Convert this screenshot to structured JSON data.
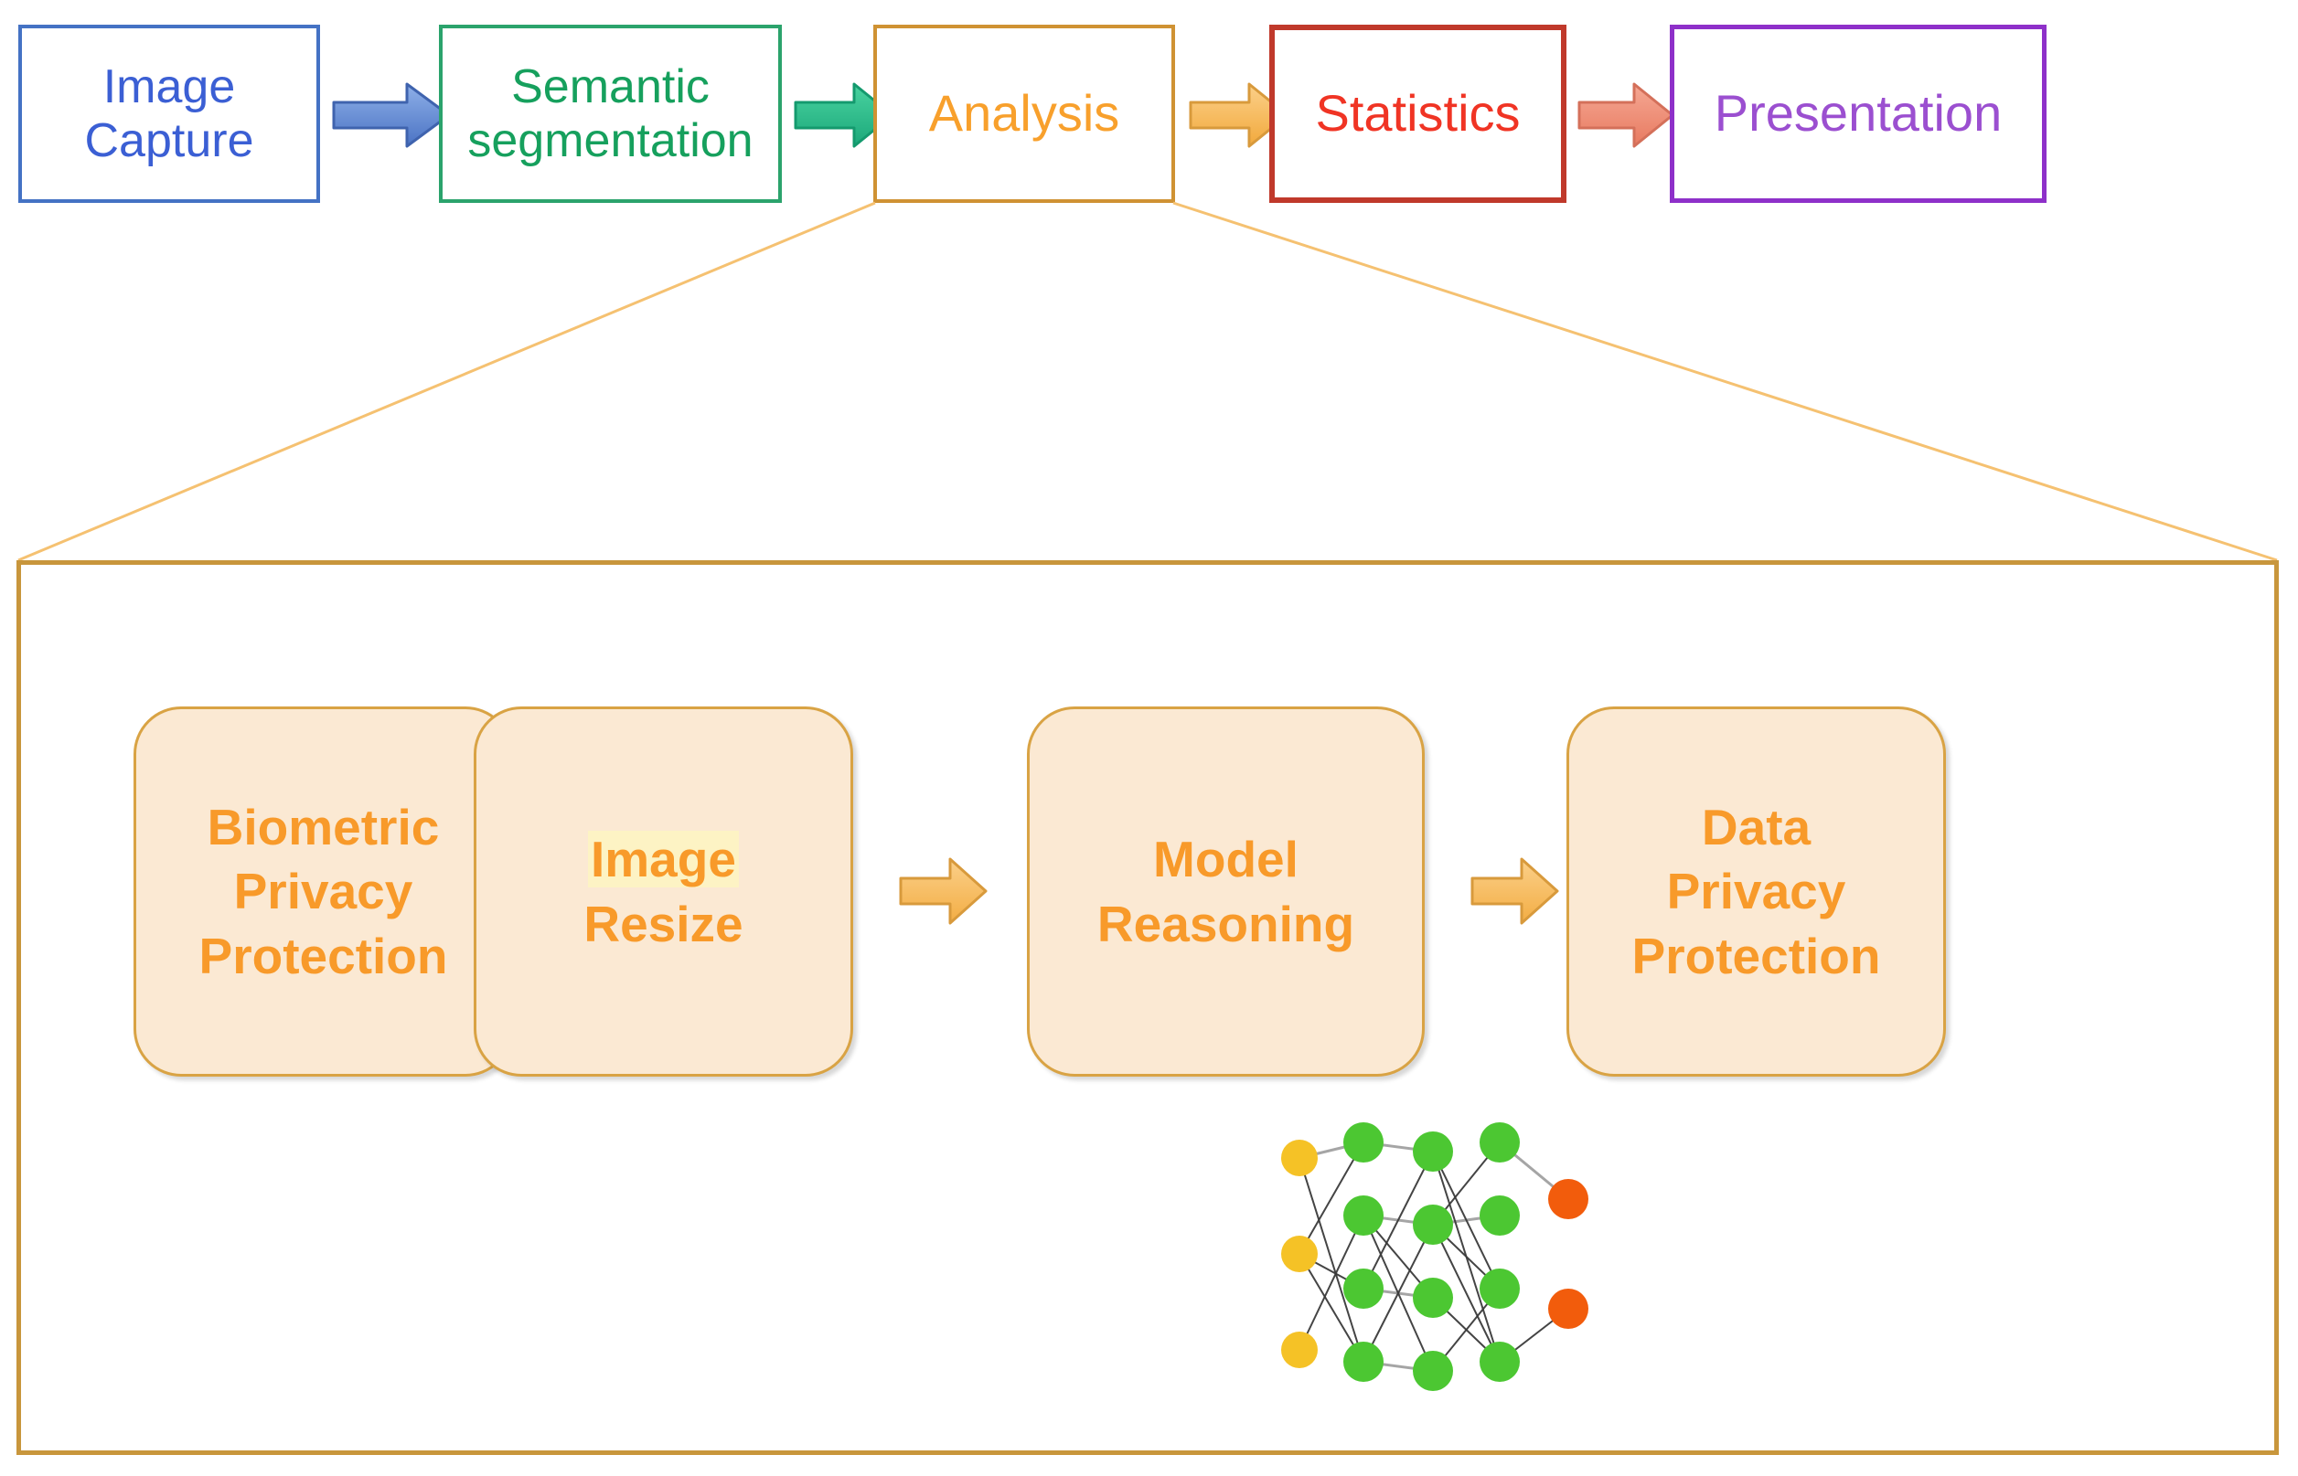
{
  "pipeline": {
    "stages": [
      {
        "label": "Image\nCapture",
        "color": "#3b5fd4",
        "border": "#4472c4",
        "name": "image-capture"
      },
      {
        "label": "Semantic\nsegmentation",
        "color": "#16a05d",
        "border": "#2ba36c",
        "name": "semantic-segmentation"
      },
      {
        "label": "Analysis",
        "color": "#f8a02c",
        "border": "#cf9233",
        "name": "analysis"
      },
      {
        "label": "Statistics",
        "color": "#f03424",
        "border": "#c0392b",
        "name": "statistics"
      },
      {
        "label": "Presentation",
        "color": "#9b4fd0",
        "border": "#8e30c9",
        "name": "presentation"
      }
    ],
    "arrow_colors": [
      "#6f95d8",
      "#29bb8a",
      "#f5b454",
      "#ef8a70"
    ]
  },
  "detail": {
    "border_color": "#c8963c",
    "steps": [
      {
        "lines": [
          "Biometric",
          "Privacy",
          "Protection"
        ],
        "highlight": null,
        "name": "biometric-privacy-protection"
      },
      {
        "lines": [
          "Image",
          "Resize"
        ],
        "highlight": "Image",
        "name": "image-resize"
      },
      {
        "lines": [
          "Model",
          "Reasoning"
        ],
        "highlight": null,
        "name": "model-reasoning"
      },
      {
        "lines": [
          "Data",
          "Privacy",
          "Protection"
        ],
        "highlight": null,
        "name": "data-privacy-protection"
      }
    ],
    "arrow_color": "#f5b454",
    "box_fill": "#fbe9d3",
    "box_border": "#d9a344",
    "text_color": "#f89a2a",
    "highlight_color": "#fdf3c4"
  },
  "neural_network": {
    "input_color": "#f5c226",
    "hidden_color": "#4cc732",
    "output_color": "#f25c0c",
    "edge_color": "#3a3a3a",
    "layers": [
      {
        "role": "input",
        "count": 3
      },
      {
        "role": "hidden",
        "count": 4
      },
      {
        "role": "hidden",
        "count": 4
      },
      {
        "role": "hidden",
        "count": 4
      },
      {
        "role": "output",
        "count": 2
      }
    ]
  }
}
